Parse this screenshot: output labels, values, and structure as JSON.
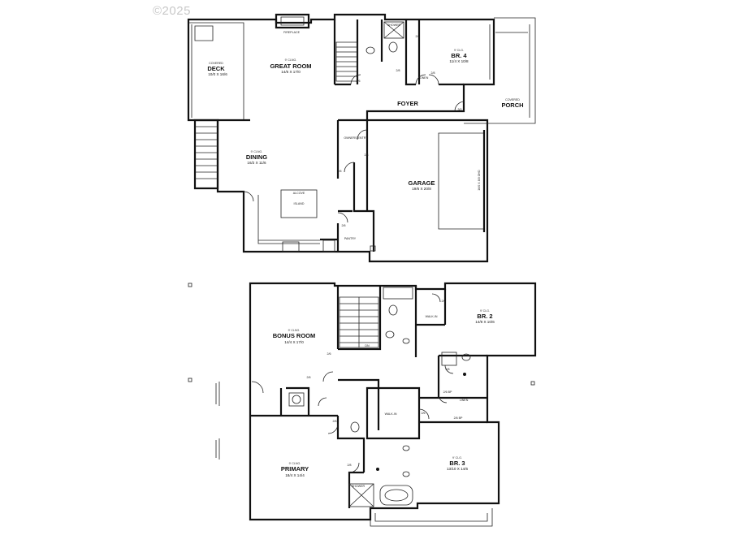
{
  "copyright": "©2025",
  "main_floor": {
    "rooms": [
      {
        "id": "deck",
        "line1": "COVERED",
        "name": "DECK",
        "dims": "10/0 X 16/6"
      },
      {
        "id": "great_room",
        "ceiling": "9' CLNG.",
        "name": "GREAT ROOM",
        "dims": "14/6 X 17/0"
      },
      {
        "id": "br4",
        "ceiling": "9' CLG.",
        "name": "BR. 4",
        "dims": "11/4 X 10/8"
      },
      {
        "id": "foyer",
        "name": "FOYER"
      },
      {
        "id": "porch",
        "line1": "COVERED",
        "name": "PORCH"
      },
      {
        "id": "dining",
        "ceiling": "9' CLNG.",
        "name": "DINING",
        "dims": "16/2 X 11/6"
      },
      {
        "id": "garage",
        "name": "GARAGE",
        "dims": "19/6 X 20/8"
      },
      {
        "id": "owners_entry",
        "name": "OWNERS ENTRY"
      },
      {
        "id": "pantry",
        "name": "PANTRY"
      }
    ],
    "notes": {
      "fireplace": "FIREPLACE",
      "island": "ISLAND",
      "alcove": "ALCOVE",
      "shower": "SHOWER",
      "linen": "LINEN",
      "door_size": "16/0 X 8/0 OHD",
      "ceiling_height": "9' CLG."
    },
    "door_labels": [
      "2/6",
      "2/8",
      "2/8",
      "2/8",
      "2/6",
      "2/6",
      "3/0",
      "2/8"
    ]
  },
  "upper_floor": {
    "rooms": [
      {
        "id": "bonus",
        "ceiling": "9' CLNG.",
        "name": "BONUS ROOM",
        "dims": "14/4 X 17/0"
      },
      {
        "id": "br2",
        "ceiling": "9' CLG.",
        "name": "BR. 2",
        "dims": "14/8 X 10/6"
      },
      {
        "id": "primary",
        "ceiling": "9' CLNG.",
        "name": "PRIMARY",
        "dims": "18/4 X 14/4"
      },
      {
        "id": "br3",
        "ceiling": "9' CLG.",
        "name": "BR. 3",
        "dims": "13/10 X 14/6"
      },
      {
        "id": "walkin1",
        "name": "WALK-IN"
      },
      {
        "id": "walkin2",
        "name": "WALK-IN"
      }
    ],
    "notes": {
      "linen": "LINEN",
      "shower": "SHOWER",
      "dn": "DN"
    },
    "door_labels": [
      "2/6",
      "2/6",
      "2/6",
      "2/6",
      "2/8",
      "2/6 BP",
      "2/6 BP",
      "2/6",
      "2/8"
    ]
  }
}
